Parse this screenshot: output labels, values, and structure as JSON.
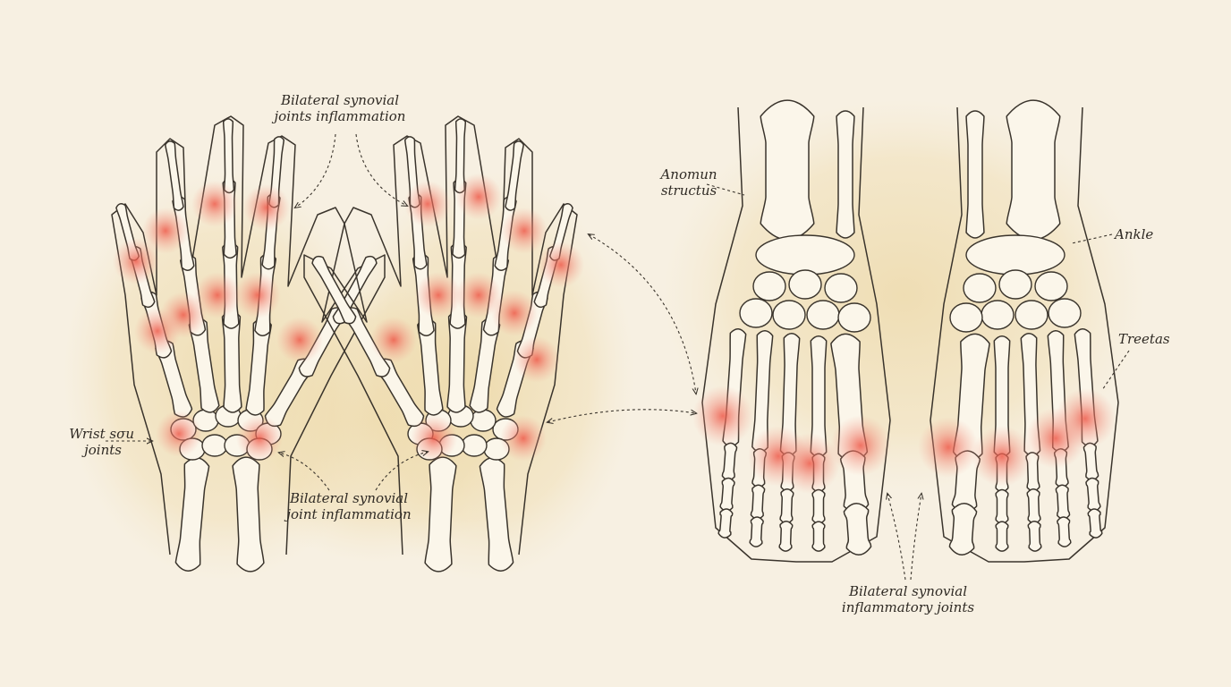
{
  "colors": {
    "paper": "#f7f0e2",
    "stain": "#efdcae",
    "bone_fill": "#fbf6ea",
    "ink": "#3a342c",
    "inflammation": "#ee6a5c"
  },
  "labels": {
    "top_center": [
      "Bilateral synovial",
      "joints inflammation"
    ],
    "wrist": [
      "Wrist ѕσu",
      "joints"
    ],
    "bottom_hands": [
      "Bilateral synovial",
      "joint inflammation"
    ],
    "anomun": [
      "Anomun",
      "structus"
    ],
    "ankle": "Ankle",
    "treetas": "Treetas",
    "bottom_feet": [
      "Bilateral synovial",
      "inflammatory joints"
    ]
  },
  "icons": {
    "left_hand": "skeletal-hand-icon",
    "right_hand": "skeletal-hand-icon",
    "left_foot": "skeletal-foot-icon",
    "right_foot": "skeletal-foot-icon"
  }
}
